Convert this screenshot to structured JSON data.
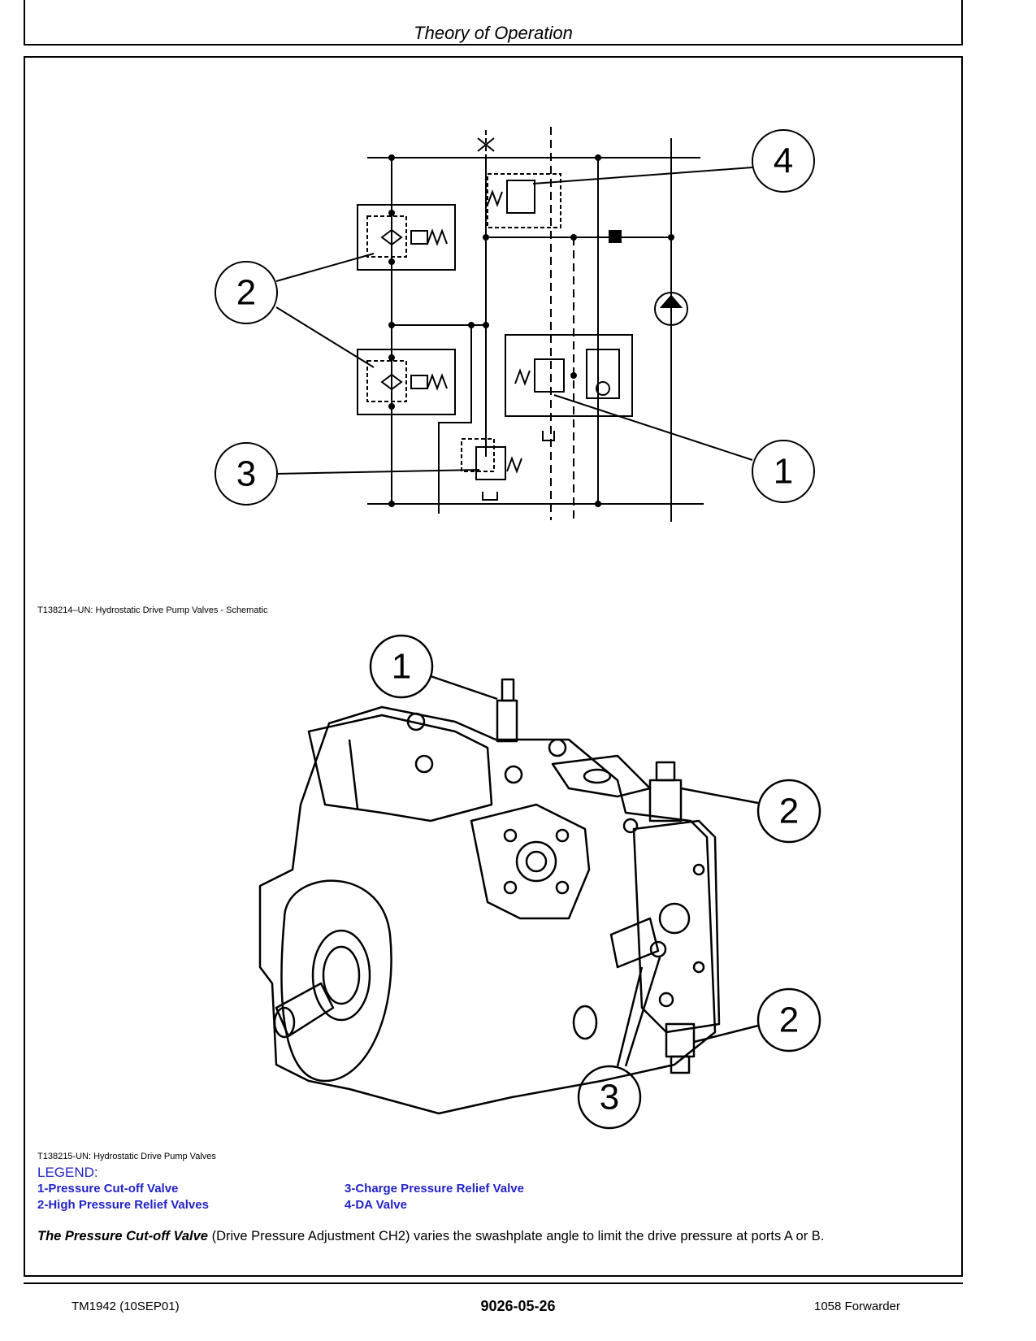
{
  "header": {
    "title": "Theory of Operation"
  },
  "schematic": {
    "caption": "T138214–UN: Hydrostatic Drive Pump Valves - Schematic",
    "callouts": [
      "4",
      "2",
      "3",
      "1"
    ]
  },
  "illustration": {
    "caption": "T138215-UN: Hydrostatic Drive Pump Valves",
    "callouts": [
      "1",
      "2",
      "2",
      "3"
    ]
  },
  "legend": {
    "title": "LEGEND:",
    "items": [
      "1-Pressure Cut-off Valve",
      "2-High Pressure Relief Valves",
      "3-Charge Pressure Relief Valve",
      "4-DA Valve"
    ]
  },
  "body": {
    "lead": "The Pressure Cut-off Valve",
    "text": " (Drive Pressure Adjustment CH2) varies the swashplate angle to limit the drive pressure at ports A or B."
  },
  "footer": {
    "left": "TM1942 (10SEP01)",
    "center": "9026-05-26",
    "right": "1058 Forwarder"
  }
}
